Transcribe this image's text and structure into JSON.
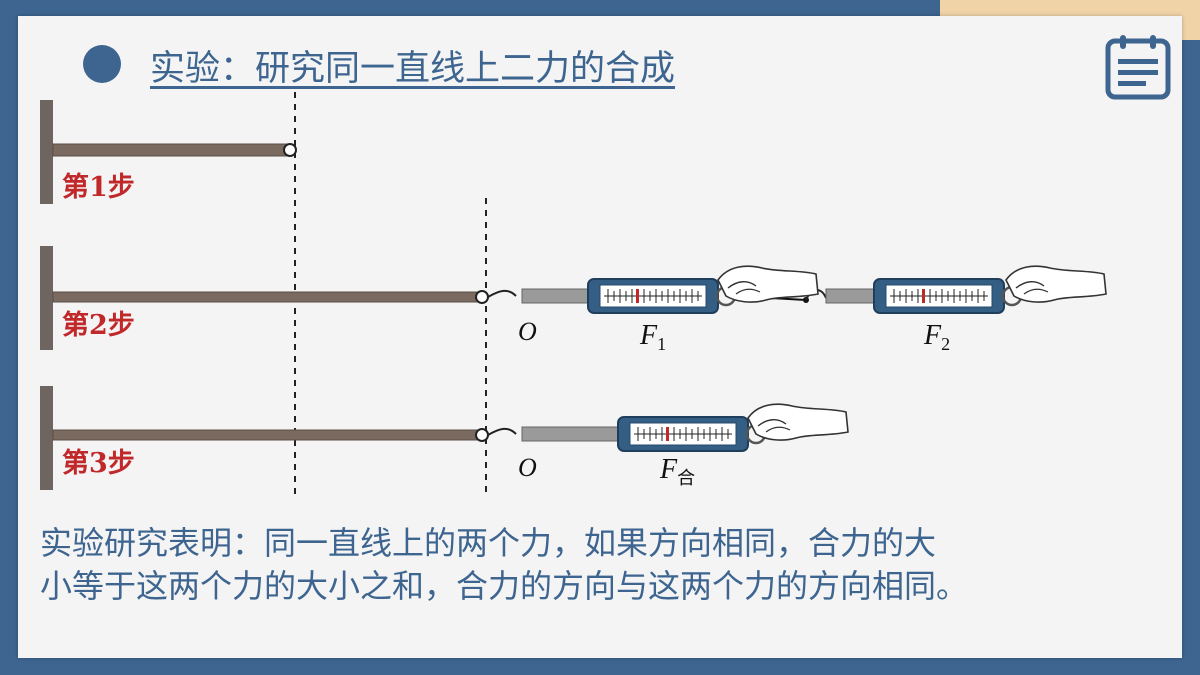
{
  "title": "实验：研究同一直线上二力的合成",
  "steps": [
    "第1步",
    "第2步",
    "第3步"
  ],
  "labels": {
    "o": "O",
    "f1": "F",
    "f1_sub": "1",
    "f2": "F",
    "f2_sub": "2",
    "fhe": "F",
    "fhe_sub": "合"
  },
  "conclusion": {
    "line1": "实验研究表明：同一直线上的两个力，如果方向相同，合力的大",
    "line2": "小等于这两个力的大小之和，合力的方向与这两个力的方向相同。"
  },
  "icons": [
    "calendar-document-icon"
  ],
  "colors": {
    "frame": "#3d6590",
    "accent_tan": "#f1d3a8",
    "step_label": "#c0282a",
    "rod": "#7a6a60"
  }
}
